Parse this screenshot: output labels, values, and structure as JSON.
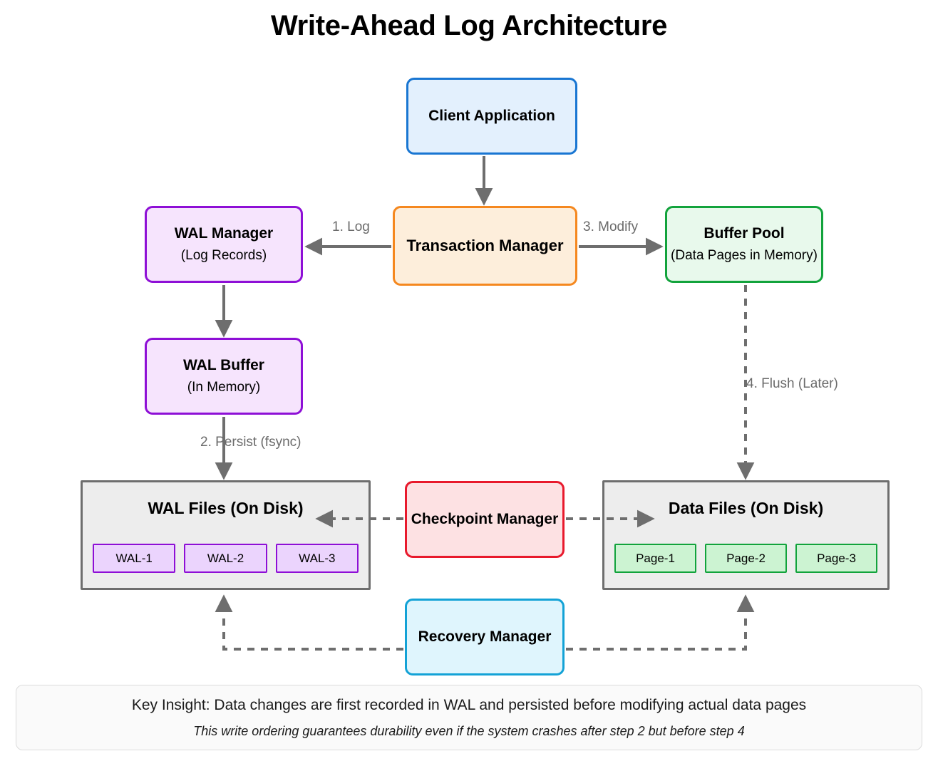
{
  "title": "Write-Ahead Log Architecture",
  "nodes": {
    "client": {
      "title": "Client Application"
    },
    "wal_manager": {
      "title": "WAL Manager",
      "subtitle": "(Log Records)"
    },
    "txn_manager": {
      "title": "Transaction Manager"
    },
    "buffer_pool": {
      "title": "Buffer Pool",
      "subtitle": "(Data Pages in Memory)"
    },
    "wal_buffer": {
      "title": "WAL Buffer",
      "subtitle": "(In Memory)"
    },
    "checkpoint": {
      "title": "Checkpoint Manager"
    },
    "recovery": {
      "title": "Recovery Manager"
    }
  },
  "containers": {
    "wal_files": {
      "title": "WAL Files (On Disk)",
      "chips": [
        "WAL-1",
        "WAL-2",
        "WAL-3"
      ]
    },
    "data_files": {
      "title": "Data Files (On Disk)",
      "chips": [
        "Page-1",
        "Page-2",
        "Page-3"
      ]
    }
  },
  "edges": {
    "log": "1. Log",
    "persist": "2. Persist (fsync)",
    "modify": "3. Modify",
    "flush": "4. Flush (Later)"
  },
  "footer": {
    "primary": "Key Insight: Data changes are first recorded in WAL and persisted before modifying actual data pages",
    "secondary": "This write ordering guarantees durability even if the system crashes after step 2 but before step 4"
  },
  "colors": {
    "client_border": "#1976D2",
    "client_fill": "#E3F0FD",
    "wal_border": "#8E0FD6",
    "wal_fill": "#F6E4FD",
    "txn_border": "#F5881F",
    "txn_fill": "#FDEEDB",
    "buffer_border": "#12A33C",
    "buffer_fill": "#E8F9EC",
    "checkpoint_border": "#E8192C",
    "checkpoint_fill": "#FDE1E3",
    "recovery_border": "#13A2D6",
    "recovery_fill": "#DFF5FD",
    "container_border": "#6E6E6E",
    "container_fill": "#EDEDED",
    "arrow": "#6E6E6E",
    "label_text": "#6B6B6B"
  }
}
